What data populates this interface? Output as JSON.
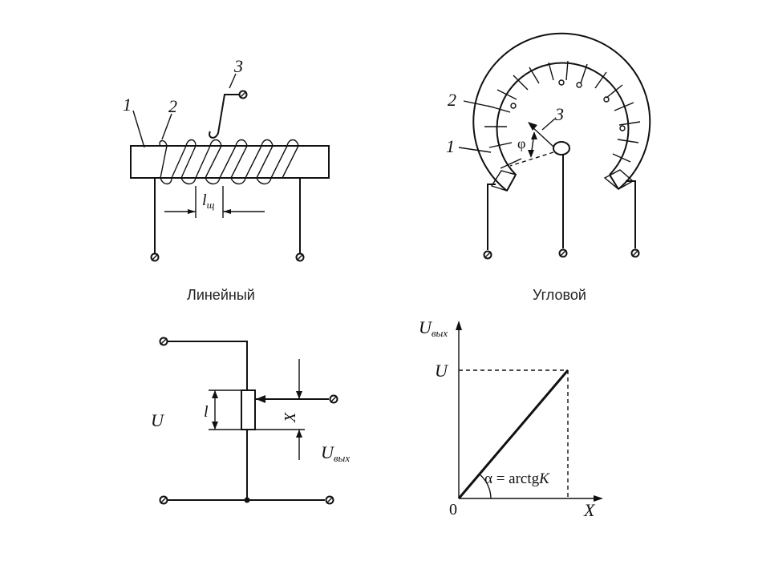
{
  "captions": {
    "linear": "Линейный",
    "angular": "Угловой"
  },
  "linear_labels": {
    "frame": "1",
    "winding": "2",
    "slider": "3",
    "pitch": "l",
    "pitch_sub": "щ"
  },
  "angular_labels": {
    "winding": "2",
    "frame": "1",
    "slider": "3",
    "angle": "φ"
  },
  "circuit_labels": {
    "voltage": "U",
    "length": "l",
    "position": "X",
    "output": "U",
    "output_sub": "вых"
  },
  "graph_labels": {
    "yaxis": "U",
    "yaxis_sub": "вых",
    "ymark": "U",
    "origin": "0",
    "xaxis": "X",
    "slope_pre": "α = arctg",
    "slope_k": "K"
  }
}
